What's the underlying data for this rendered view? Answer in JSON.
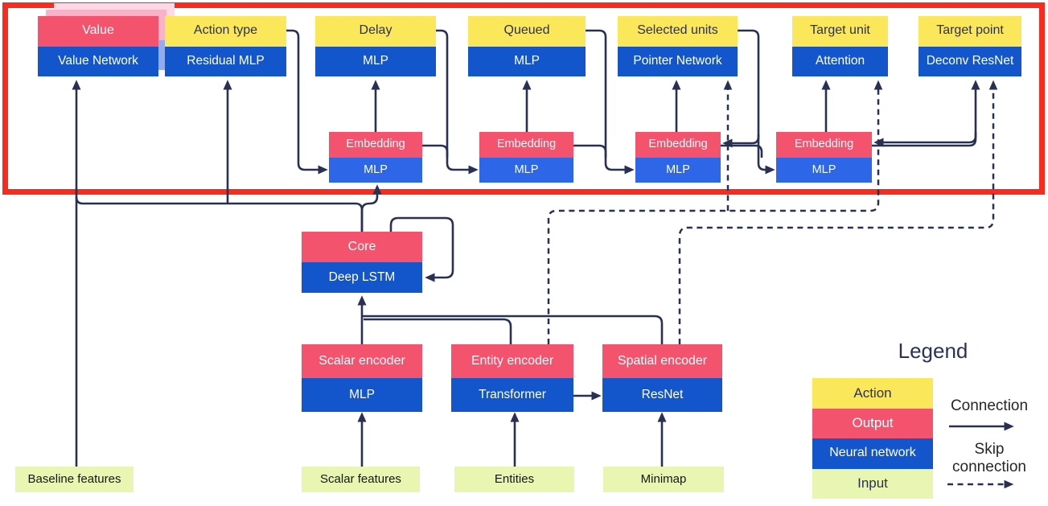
{
  "heads": [
    {
      "id": "value",
      "action": "Value",
      "network": "Value Network"
    },
    {
      "id": "action-type",
      "action": "Action type",
      "network": "Residual MLP"
    },
    {
      "id": "delay",
      "action": "Delay",
      "network": "MLP"
    },
    {
      "id": "queued",
      "action": "Queued",
      "network": "MLP"
    },
    {
      "id": "selected-units",
      "action": "Selected units",
      "network": "Pointer Network"
    },
    {
      "id": "target-unit",
      "action": "Target unit",
      "network": "Attention"
    },
    {
      "id": "target-point",
      "action": "Target point",
      "network": "Deconv ResNet"
    }
  ],
  "embeddings": [
    {
      "label": "Embedding",
      "network": "MLP"
    },
    {
      "label": "Embedding",
      "network": "MLP"
    },
    {
      "label": "Embedding",
      "network": "MLP"
    },
    {
      "label": "Embedding",
      "network": "MLP"
    }
  ],
  "core": {
    "label": "Core",
    "network": "Deep LSTM"
  },
  "encoders": [
    {
      "id": "scalar-encoder",
      "label": "Scalar encoder",
      "network": "MLP"
    },
    {
      "id": "entity-encoder",
      "label": "Entity encoder",
      "network": "Transformer"
    },
    {
      "id": "spatial-encoder",
      "label": "Spatial encoder",
      "network": "ResNet"
    }
  ],
  "inputs": [
    {
      "id": "baseline-features",
      "label": "Baseline features"
    },
    {
      "id": "scalar-features",
      "label": "Scalar features"
    },
    {
      "id": "entities",
      "label": "Entities"
    },
    {
      "id": "minimap",
      "label": "Minimap"
    }
  ],
  "legend": {
    "title": "Legend",
    "items": [
      {
        "label": "Action",
        "color": "#fbe75a"
      },
      {
        "label": "Output",
        "color": "#f4536e"
      },
      {
        "label": "Neural network",
        "color": "#1356cb"
      },
      {
        "label": "Input",
        "color": "#e9f6b2"
      }
    ],
    "connection_label": "Connection",
    "skip_label_line1": "Skip",
    "skip_label_line2": "connection"
  },
  "colors": {
    "action_yellow": "#fbe75a",
    "output_pink": "#f4536e",
    "network_blue": "#1356cb",
    "embedding_mlp_blue": "#2e66e8",
    "input_green": "#e9f6b2",
    "wire_navy": "#283153",
    "highlight_red": "#f82b1e"
  }
}
